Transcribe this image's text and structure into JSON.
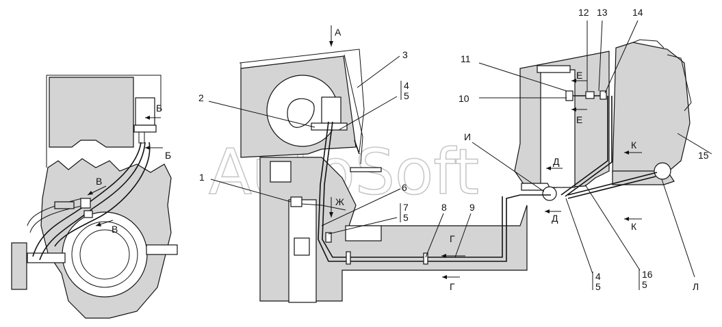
{
  "watermark": "AutoSoft",
  "labels": {
    "n1": "1",
    "n2": "2",
    "n3": "3",
    "n4": "4",
    "n5": "5",
    "n6": "6",
    "n7": "7",
    "n8": "8",
    "n9": "9",
    "n10": "10",
    "n11": "11",
    "n12": "12",
    "n13": "13",
    "n14": "14",
    "n15": "15",
    "n16": "16",
    "ref45a": "4",
    "ref45a_b": "5",
    "ref75": "7",
    "ref75_b": "5",
    "ref45b": "4",
    "ref45b_b": "5",
    "ref165": "16",
    "ref165_b": "5"
  },
  "view_letters": {
    "A": "А",
    "B1": "Б",
    "B2": "Б",
    "V1": "В",
    "V2": "В",
    "G1": "Г",
    "G2": "Г",
    "D1": "Д",
    "D2": "Д",
    "E1": "Е",
    "E2": "Е",
    "Zh": "Ж",
    "I": "И",
    "K1": "К",
    "K2": "К",
    "L": "Л"
  },
  "colors": {
    "line": "#111111",
    "gray": "#d4d4d4",
    "watermark": "#9a9a9a"
  }
}
